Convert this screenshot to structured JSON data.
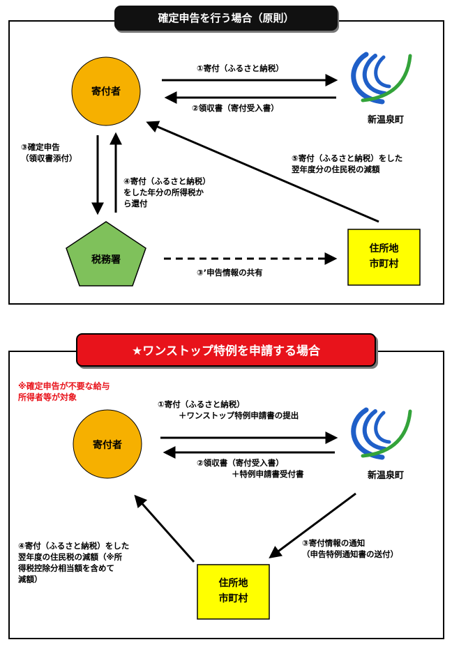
{
  "colors": {
    "donor": "#f6b000",
    "tax_office": "#7fc15b",
    "municipality": "#ffff00",
    "title1_bg": "#111111",
    "title2_bg": "#e8131b",
    "note_red": "#e8131b",
    "logo_blue": "#1f5fc8",
    "logo_green": "#33a33a"
  },
  "panel1": {
    "title": "確定申告を行う場合（原則）",
    "donor": "寄付者",
    "town_logo": "新温泉町",
    "tax_office": "税務署",
    "municipality_line1": "住所地",
    "municipality_line2": "市町村",
    "step1": "①寄付（ふるさと納税）",
    "step2": "②領収書（寄付受入書）",
    "step3_line1": "③確定申告",
    "step3_line2": "（領収書添付）",
    "step4_line1": "④寄付（ふるさと納税）",
    "step4_line2": "をした年分の所得税か",
    "step4_line3": "ら還付",
    "step3b": "③’申告情報の共有",
    "step5_line1": "⑤寄付（ふるさと納税）をした",
    "step5_line2": "翌年度分の住民税の減額"
  },
  "panel2": {
    "title": "★ワンストップ特例を申請する場合",
    "note_line1": "※確定申告が不要な給与",
    "note_line2": "所得者等が対象",
    "donor": "寄付者",
    "town_logo": "新温泉町",
    "municipality_line1": "住所地",
    "municipality_line2": "市町村",
    "step1_line1": "①寄付（ふるさと納税）",
    "step1_line2": "＋ワンストップ特例申請書の提出",
    "step2_line1": "②領収書（寄付受入書）",
    "step2_line2": "＋特例申請書受付書",
    "step3_line1": "③寄付情報の通知",
    "step3_line2": "（申告特例通知書の送付）",
    "step4_line1": "④寄付（ふるさと納税）をした",
    "step4_line2": "翌年度の住民税の減額（※所",
    "step4_line3": "得税控除分相当額を含めて",
    "step4_line4": "減額）"
  }
}
